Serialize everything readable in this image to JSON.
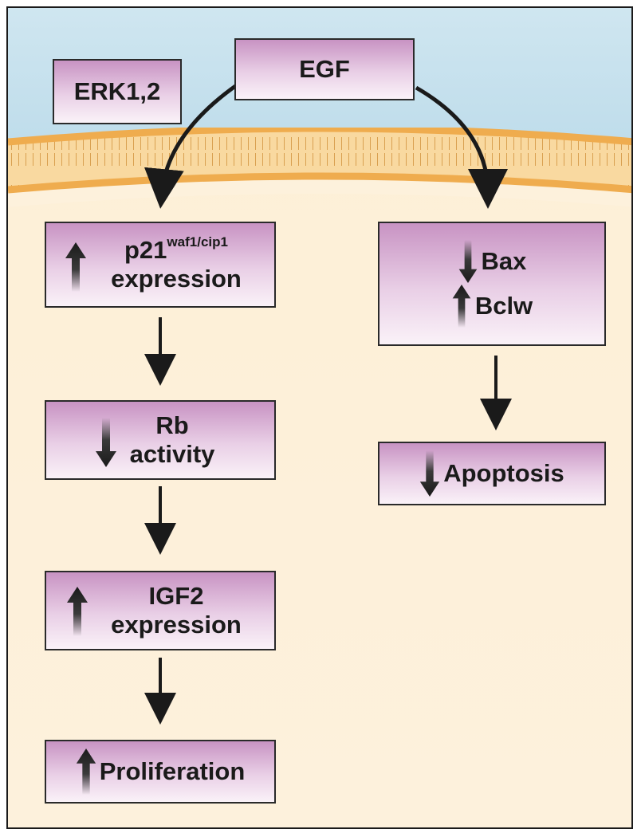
{
  "nodes": {
    "egf": "EGF",
    "erk": "ERK1,2",
    "p21": {
      "name": "p21",
      "superscript": "waf1/cip1",
      "line2": "expression",
      "direction": "up"
    },
    "rb": {
      "line1": "Rb",
      "line2": "activity",
      "direction": "down"
    },
    "igf2": {
      "line1": "IGF2",
      "line2": "expression",
      "direction": "up"
    },
    "proliferation": {
      "label": "Proliferation",
      "direction": "up"
    },
    "bax": {
      "label": "Bax",
      "direction": "down"
    },
    "bclw": {
      "label": "Bclw",
      "direction": "up"
    },
    "apoptosis": {
      "label": "Apoptosis",
      "direction": "down"
    }
  },
  "colors": {
    "box_top": "#c893c3",
    "box_bottom": "#faf2f8",
    "sky": "#bcdbea",
    "cytoplasm": "#fdefd6",
    "membrane": "#f2b660",
    "arrow": "#1a1a1a"
  },
  "icons": {
    "up": "up-arrow-icon",
    "down": "down-arrow-icon"
  }
}
